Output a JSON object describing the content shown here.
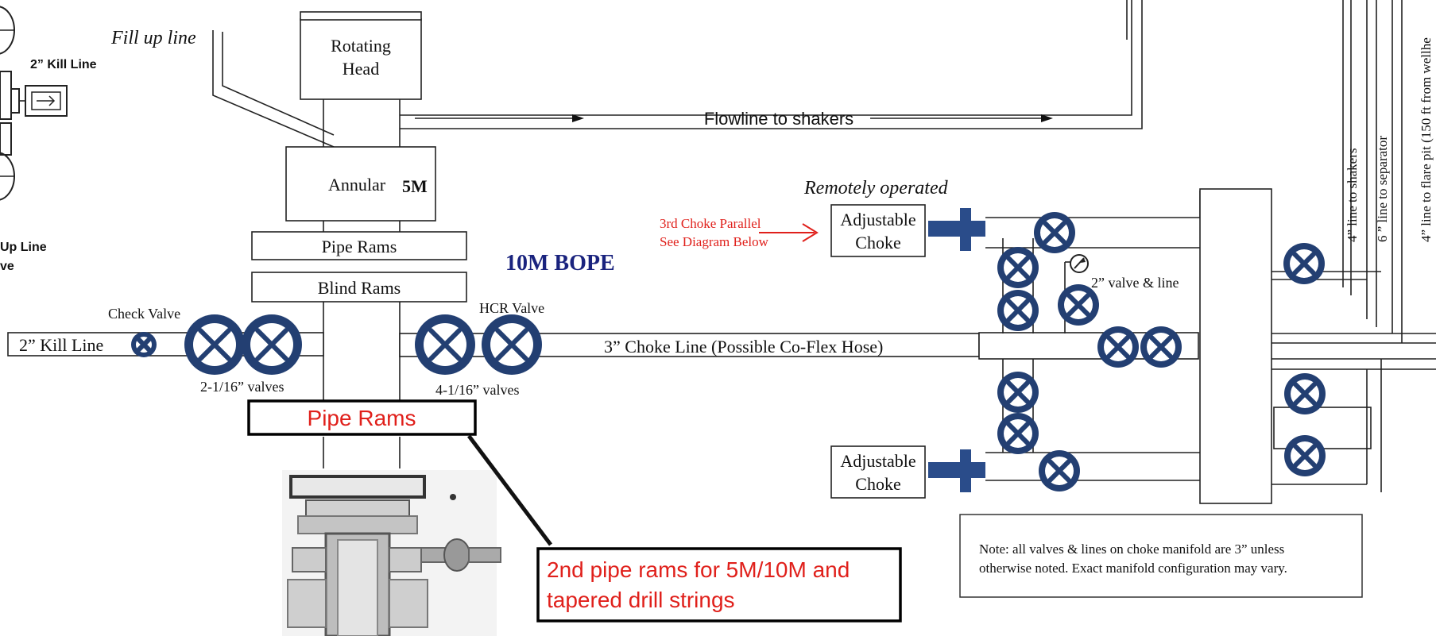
{
  "left_fragment": {
    "kill_line_label": "2” Kill Line",
    "fillup_label": "Up Line",
    "partial_label": "ve"
  },
  "stack": {
    "rotating_head": [
      "Rotating",
      "Head"
    ],
    "annular": "Annular",
    "annular_rating": "5M",
    "pipe_rams_upper": "Pipe Rams",
    "blind_rams": "Blind Rams",
    "pipe_rams_lower": "Pipe Rams"
  },
  "labels": {
    "fill_up_line": "Fill up line",
    "flowline": "Flowline to shakers",
    "bope": "10M BOPE",
    "check_valve": "Check Valve",
    "kill_line": "2” Kill Line",
    "valves_kill": "2-1/16” valves",
    "hcr_valve": "HCR Valve",
    "valves_choke": "4-1/16” valves",
    "choke_line": "3” Choke Line (Possible Co-Flex Hose)",
    "remotely_operated": "Remotely operated",
    "adjustable_choke_top": [
      "Adjustable",
      "Choke"
    ],
    "adjustable_choke_bottom": [
      "Adjustable",
      "Choke"
    ],
    "third_choke": [
      "3rd Choke Parallel",
      "See Diagram Below"
    ],
    "gauge_valve": "2” valve & line",
    "line_shakers": "4” line to shakers",
    "line_separator": "6 ” line to separator",
    "line_flare": "4” line to flare pit (150 ft from wellhe"
  },
  "note": [
    "Note: all valves & lines on choke manifold are 3” unless",
    "otherwise noted.  Exact manifold configuration may vary."
  ],
  "callout": [
    "2nd pipe rams for 5M/10M and",
    "tapered drill strings"
  ],
  "colors": {
    "valve_blue": "#233f72",
    "choke_blue": "#2a4c8a",
    "bope_navy": "#1a237e",
    "annotation_red": "#e0201b"
  }
}
